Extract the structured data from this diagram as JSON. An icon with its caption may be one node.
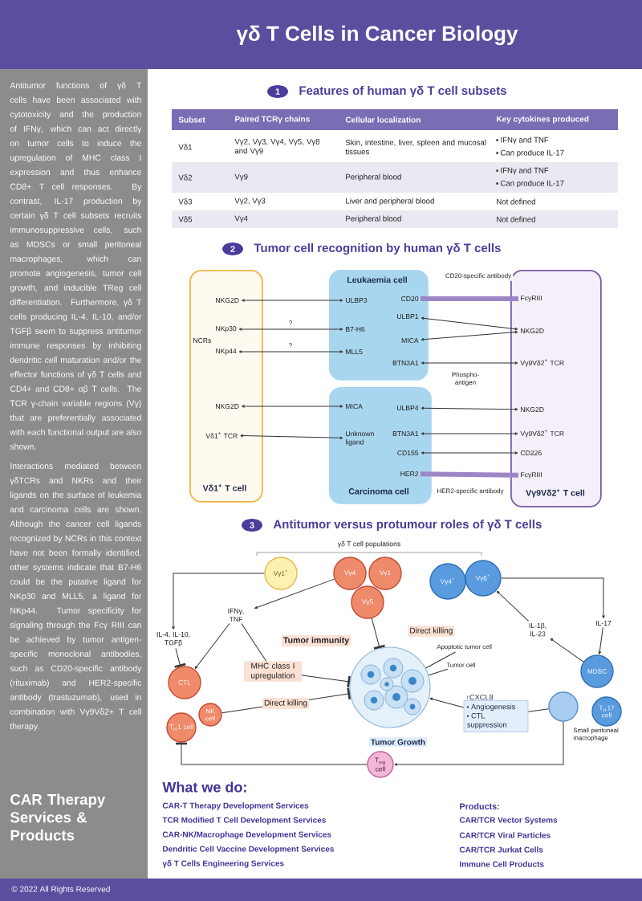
{
  "diagram": {
    "title": "γδ T Cells in Cancer Biology",
    "nodes": [
      {
        "text": [
          "Vδ1$^{+}$ T cell"
        ]
      },
      {
        "text": [
          "Leukaemia cell"
        ]
      },
      {
        "text": [
          "Carcinoma cell"
        ]
      },
      {
        "text": [
          "Vγ9Vδ2$^{+}$ T cell"
        ]
      },
      {
        "text": [
          "NKG2D"
        ],
        "in": 0
      },
      {
        "text": [
          "NKp30"
        ],
        "in": 0
      },
      {
        "text": [
          "NKp44"
        ],
        "in": 0
      },
      {
        "text": [
          "NKG2D"
        ],
        "in": 0
      },
      {
        "text": [
          "Vδ1$^{+}$ TCR"
        ],
        "in": 0
      },
      {
        "text": [
          "ULBP3"
        ],
        "in": 1
      },
      {
        "text": [
          "B7-H6"
        ],
        "in": 1
      },
      {
        "text": [
          "MLL5"
        ],
        "in": 1
      },
      {
        "text": [
          "CD20"
        ],
        "in": 1
      },
      {
        "text": [
          "ULBP1"
        ],
        "in": 1
      },
      {
        "text": [
          "MICA"
        ],
        "in": 1
      },
      {
        "text": [
          "BTN3A1"
        ],
        "in": 1
      },
      {
        "text": [
          "MICA"
        ],
        "in": 2
      },
      {
        "text": [
          "Unknown ligand"
        ],
        "in": 2
      },
      {
        "text": [
          "ULBP4"
        ],
        "in": 2
      },
      {
        "text": [
          "BTN3A1"
        ],
        "in": 2
      },
      {
        "text": [
          "CD155"
        ],
        "in": 2
      },
      {
        "text": [
          "HER2"
        ],
        "in": 2
      },
      {
        "text": [
          "FcγRIII"
        ],
        "in": 3
      },
      {
        "text": [
          "NKG2D"
        ],
        "in": 3
      },
      {
        "text": [
          "Vγ9Vδ2$^{+}$ TCR"
        ],
        "in": 3
      },
      {
        "text": [
          "NKG2D"
        ],
        "in": 3
      },
      {
        "text": [
          "Vγ9Vδ2$^{+}$ TCR"
        ],
        "in": 3
      },
      {
        "text": [
          "CD226"
        ],
        "in": 3
      },
      {
        "text": [
          "FcγRIII"
        ],
        "in": 3
      },
      {
        "text": [
          "Vγ1$^{+}$"
        ]
      },
      {
        "text": [
          "Vγ4"
        ]
      },
      {
        "text": [
          "Vγ1"
        ]
      },
      {
        "text": [
          "Vγ5"
        ]
      },
      {
        "text": [
          "Vγ4$^{+}$"
        ]
      },
      {
        "text": [
          "Vγ6$^{+}$"
        ]
      },
      {
        "text": [
          "IFNγ, TNF"
        ]
      },
      {
        "text": [
          "IL-4, IL-10, TGFβ"
        ]
      },
      {
        "text": [
          "CTL"
        ]
      },
      {
        "text": [
          "NK cell"
        ]
      },
      {
        "text": [
          "T$_{H}$1 cell"
        ]
      },
      {
        "text": [],
        "shape": "picture"
      },
      {
        "text": [
          "Apoptotic tumor cell"
        ]
      },
      {
        "text": [
          "Tumor cell"
        ]
      },
      {
        "text": [
          "↑CXCL8",
          "Angiogenesis",
          "CTL suppression"
        ]
      },
      {
        "text": [
          "IL-1β, IL-23"
        ]
      },
      {
        "text": [
          "IL-17"
        ]
      },
      {
        "text": [
          "MDSC"
        ]
      },
      {
        "text": [
          "T$_{H}$17 cell"
        ]
      },
      {
        "text": [],
        "shape": "circle"
      },
      {
        "text": [
          "T$_{reg}$ cell"
        ]
      }
    ],
    "edges": [
      {
        "from": 4,
        "to": 9,
        "arrow": "both"
      },
      {
        "from": 5,
        "to": 10,
        "arrow": "both",
        "label": "?"
      },
      {
        "from": 6,
        "to": 11,
        "arrow": "both",
        "label": "?"
      },
      {
        "from": 13,
        "to": 23,
        "arrow": "both"
      },
      {
        "from": 14,
        "to": 23,
        "arrow": "both"
      },
      {
        "from": 15,
        "to": 24,
        "arrow": "both"
      },
      {
        "from": 7,
        "to": 16,
        "arrow": "both"
      },
      {
        "from": 8,
        "to": 17,
        "arrow": "both"
      },
      {
        "from": 18,
        "to": 25,
        "arrow": "both"
      },
      {
        "from": 19,
        "to": 26,
        "arrow": "both"
      },
      {
        "from": 20,
        "to": 27,
        "arrow": "both"
      },
      {
        "from": 12,
        "to": 22,
        "arrow": "none",
        "style": "thick",
        "color": "#9d86c6",
        "label": "CD20-specific antibody"
      },
      {
        "from": 21,
        "to": 28,
        "arrow": "none",
        "style": "thick",
        "color": "#9d86c6",
        "label": "HER2-specific antibody"
      },
      {
        "from": 29,
        "to": 36,
        "arrow": "to"
      },
      {
        "from": 36,
        "to": 37,
        "arrow": "other"
      },
      {
        "from": 30,
        "to": 35,
        "arrow": "to"
      },
      {
        "from": 35,
        "to": 37,
        "arrow": "to"
      },
      {
        "from": 35,
        "to": 40,
        "arrow": "other",
        "label": "MHC class I upregulation"
      },
      {
        "from": 32,
        "to": 40,
        "arrow": "other",
        "label": "Direct killing"
      },
      {
        "from": 38,
        "to": 40,
        "arrow": "other",
        "label": "Direct killing"
      },
      {
        "from": 41,
        "to": 40,
        "arrow": "none"
      },
      {
        "from": 42,
        "to": 40,
        "arrow": "none"
      },
      {
        "from": 34,
        "to": 45,
        "arrow": "to"
      },
      {
        "from": 45,
        "to": 46,
        "arrow": "to"
      },
      {
        "from": 46,
        "to": 44,
        "arrow": "to"
      },
      {
        "from": 44,
        "to": 34,
        "arrow": "to"
      },
      {
        "from": 48,
        "to": 43,
        "arrow": "none"
      },
      {
        "from": 43,
        "to": 40,
        "arrow": "to"
      },
      {
        "from": 48,
        "to": 49,
        "arrow": "to"
      },
      {
        "from": 49,
        "to": 39,
        "arrow": "other"
      }
    ],
    "labels": [
      "1",
      "Features of human γδ T cell subsets",
      "Subset",
      "Paired TCRγ chains",
      "Cellular localization",
      "Key cytokines produced",
      "Vδ1",
      "Vγ2, Vγ3, Vγ4, Vγ5, Vγ8 and Vγ9",
      "Skin, intestine, liver, spleen and mucosal tissues",
      "IFNγ and TNF",
      "Can produce IL-17",
      "Vδ2",
      "Vγ9",
      "Peripheral blood",
      "IFNγ and TNF",
      "Can produce IL-17",
      "Vδ3",
      "Vγ2, Vγ3",
      "Liver and peripheral blood",
      "Not defined",
      "Vδ5",
      "Vγ4",
      "Peripheral blood",
      "Not defined",
      "2",
      "Tumor cell recognition by human γδ T cells",
      "NCRs",
      "Phospho-antigen",
      "3",
      "Antitumor versus protumour roles of γδ T cells",
      "γδ T cell populations",
      "Tumor immunity",
      "Antitumor functions of γδ T cells have been associated with cytotoxicity and the production of IFNγ, which can act directly on tumor cells to induce the upregulation of MHC class I expression and thus enhance CD8+ T cell responses. By contrast, IL-17 production by certain γδ T cell subsets recruits immunosuppressive cells, such as MDSCs or small peritoneal macrophages, which can promote angiogenesis, tumor cell growth, and inducible TReg cell differentiation. Furthermore, γδ T cells producing IL-4, IL-10, and/or TGFβ seem to suppress antitumor immune responses by inhibiting dendritic cell maturation and/or the effector functions of γδ T cells and CD4+ and CD8+ αβ T cells. The TCR γ-chain variable regions (Vγ) that are preferentially associated with each functional output are also shown.",
      "Interactions mediated between γδTCRs and NKRs and their ligands on the surface of leukemia and carcinoma cells are shown. Although the cancer cell ligands recognized by NCRs in this context have not been formally identified, other systems indicate that B7-H6 could be the putative ligand for NKp30 and MLL5, a ligand for NKp44. Tumor specificity for signaling through the Fcγ RIII can be achieved by tumor antigen-specific monoclonal antibodies, such as CD20-specific antibody (rituximab) and HER2-specific antibody (trastuzumab), used in combination with Vγ9Vδ2+ T cell therapy.",
      "CAR Therapy Services & Products",
      "What we do:",
      "CAR-T Therapy Development Services",
      "TCR Modified T Cell Development Services",
      "CAR-NK/Macrophage Development Services",
      "Dendritic Cell Vaccine Development Services",
      "γδ T Cells Engineering Services",
      "Products:",
      "CAR/TCR Vector Systems",
      "CAR/TCR Viral Particles",
      "CAR/TCR Jurkat Cells",
      "Immune Cell Products",
      "© 2022 All Rights Reserved",
      "Tumor Growth",
      "Small peritoneal macrophage"
    ]
  }
}
